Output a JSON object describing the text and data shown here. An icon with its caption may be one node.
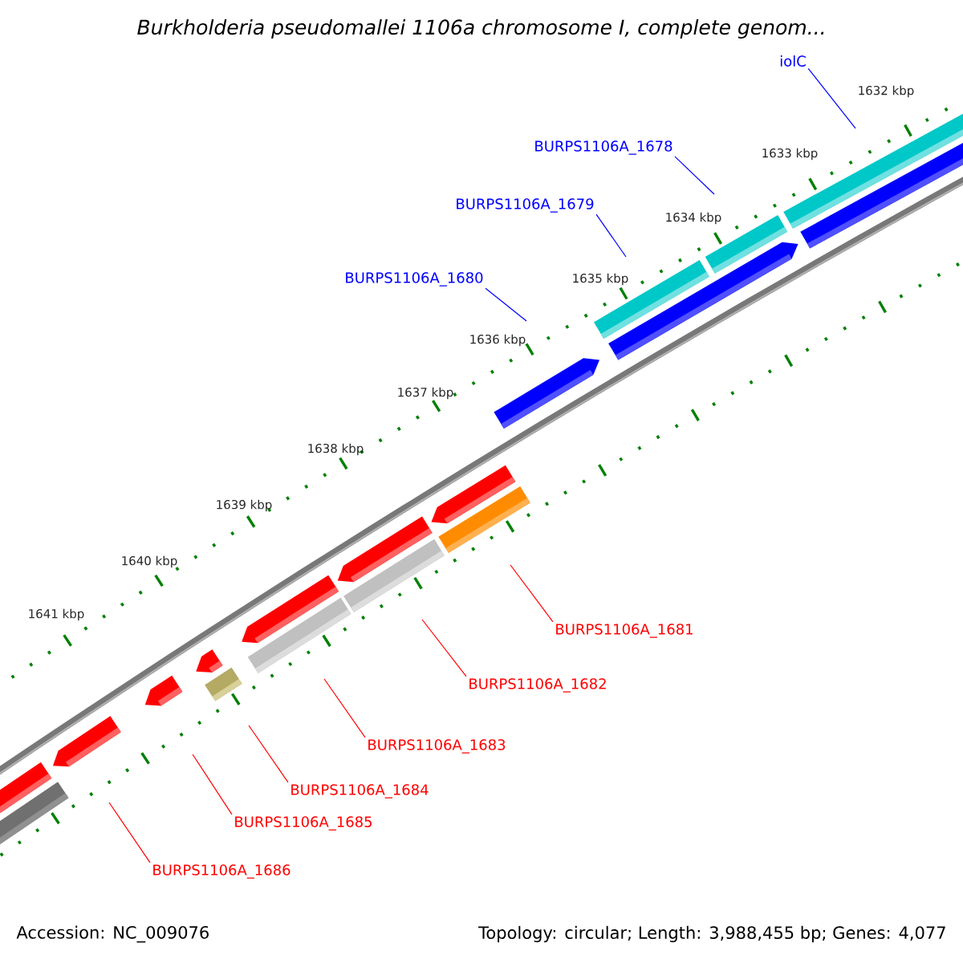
{
  "diagram": {
    "title": "Burkholderia pseudomallei 1106a chromosome I, complete genom...",
    "nodes": [
      {
        "text": [
          "iolC"
        ]
      },
      {
        "text": [
          "BURPS1106A_1678"
        ]
      },
      {
        "text": [
          "BURPS1106A_1679"
        ]
      },
      {
        "text": [
          "BURPS1106A_1680"
        ]
      },
      {
        "text": [
          "BURPS1106A_1681"
        ]
      },
      {
        "text": [
          "BURPS1106A_1682"
        ]
      },
      {
        "text": [
          "BURPS1106A_1683"
        ]
      },
      {
        "text": [
          "BURPS1106A_1684"
        ]
      },
      {
        "text": [
          "BURPS1106A_1685"
        ]
      },
      {
        "text": [
          "BURPS1106A_1686"
        ]
      }
    ],
    "edges": [
      {
        "from": 0,
        "to": null,
        "arrow": "none",
        "color": "#0000ff"
      },
      {
        "from": 1,
        "to": null,
        "arrow": "none",
        "color": "#0000ff"
      },
      {
        "from": 2,
        "to": null,
        "arrow": "none",
        "color": "#0000ff"
      },
      {
        "from": 3,
        "to": null,
        "arrow": "none",
        "color": "#0000ff"
      },
      {
        "from": 4,
        "to": null,
        "arrow": "none",
        "color": "#ff0000"
      },
      {
        "from": 5,
        "to": null,
        "arrow": "none",
        "color": "#ff0000"
      },
      {
        "from": 6,
        "to": null,
        "arrow": "none",
        "color": "#ff0000"
      },
      {
        "from": 7,
        "to": null,
        "arrow": "none",
        "color": "#ff0000"
      },
      {
        "from": 8,
        "to": null,
        "arrow": "none",
        "color": "#ff0000"
      },
      {
        "from": 9,
        "to": null,
        "arrow": "none",
        "color": "#ff0000"
      }
    ],
    "labels": [
      "1632 kbp",
      "1633 kbp",
      "1634 kbp",
      "1635 kbp",
      "1636 kbp",
      "1637 kbp",
      "1638 kbp",
      "1639 kbp",
      "1640 kbp",
      "1641 kbp",
      "Accession: NC_009076",
      "Topology: circular; Length: 3,988,455 bp; Genes: 4,077"
    ]
  }
}
